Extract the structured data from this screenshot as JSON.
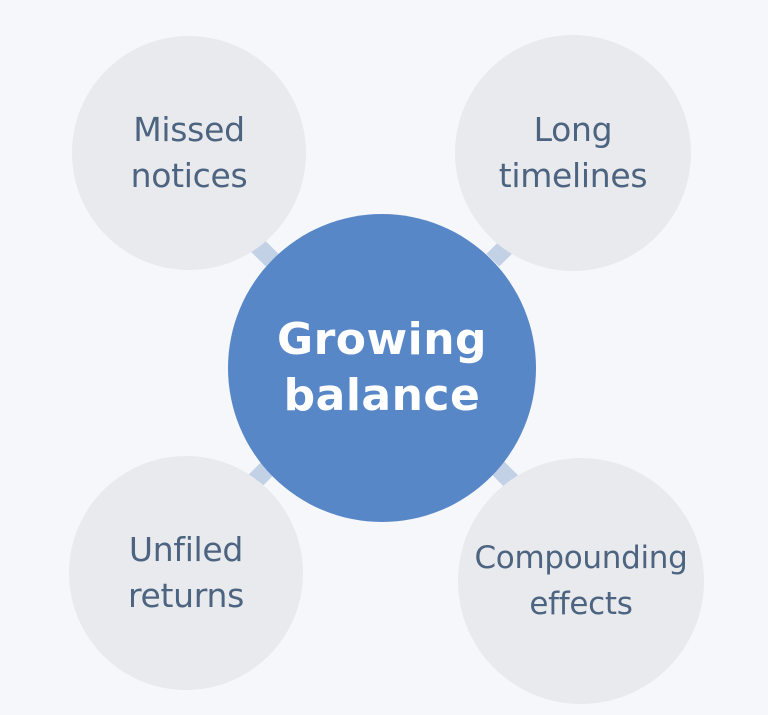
{
  "diagram": {
    "type": "hub-and-spoke",
    "colors": {
      "background": "#f6f7fa",
      "hub_fill": "#5887c8",
      "hub_text": "#ffffff",
      "node_fill": "#e9eaee",
      "node_text": "#4d6480",
      "connector": "#c2d1e5"
    },
    "hub": {
      "lines": [
        "Growing",
        "balance"
      ]
    },
    "nodes": [
      {
        "position": "top-left",
        "lines": [
          "Missed",
          "notices"
        ]
      },
      {
        "position": "top-right",
        "lines": [
          "Long",
          "timelines"
        ]
      },
      {
        "position": "bottom-left",
        "lines": [
          "Unfiled",
          "returns"
        ]
      },
      {
        "position": "bottom-right",
        "lines": [
          "Compounding",
          "effects"
        ]
      }
    ]
  }
}
